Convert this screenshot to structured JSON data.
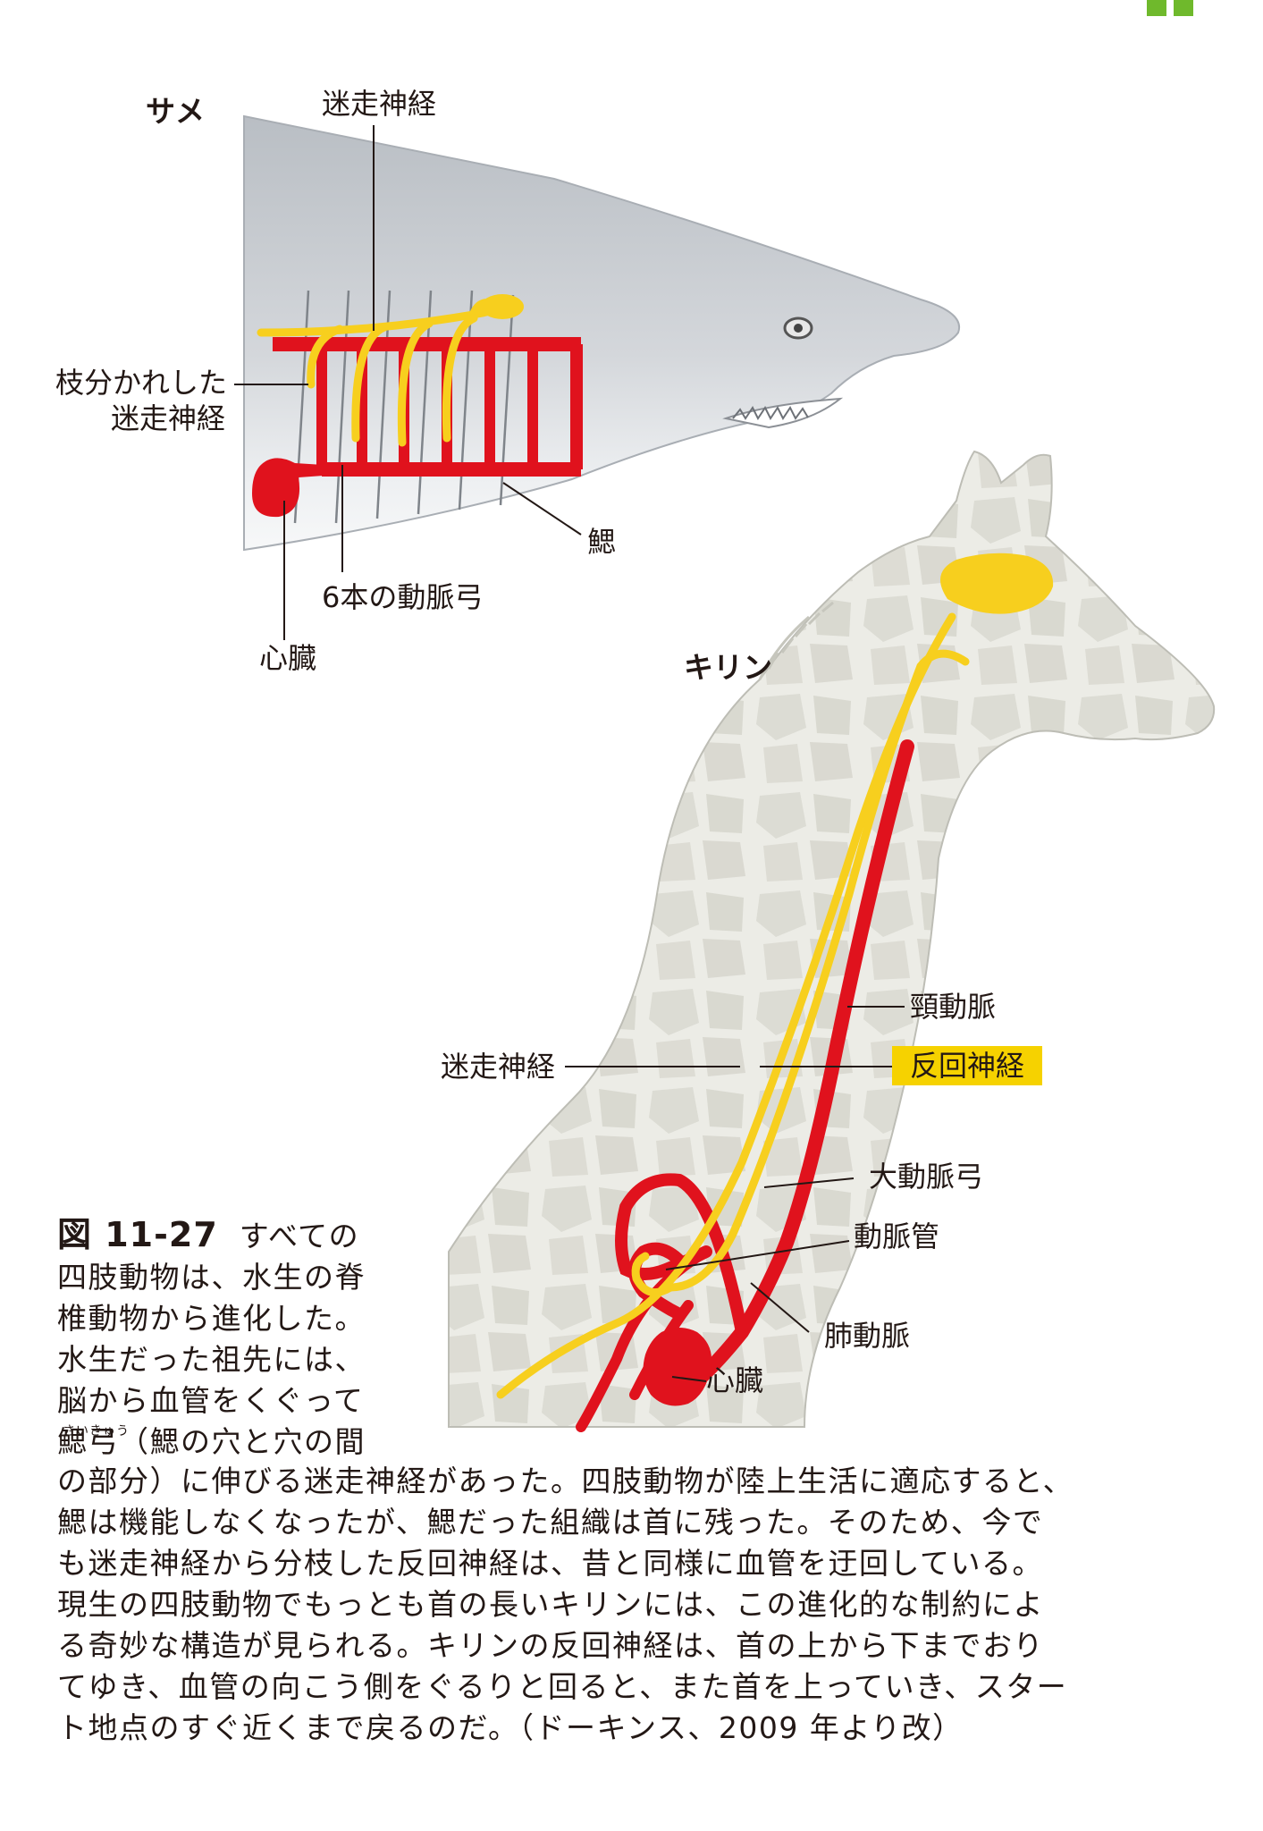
{
  "shark": {
    "title": "サメ",
    "labels": {
      "vagus_nerve": "迷走神経",
      "branched_vagus_line1": "枝分かれした",
      "branched_vagus_line2": "迷走神経",
      "gills": "鰓",
      "aortic_arches": "6本の動脈弓",
      "heart": "心臓"
    }
  },
  "giraffe": {
    "title": "キリン",
    "labels": {
      "carotid_artery": "頸動脈",
      "vagus_nerve": "迷走神経",
      "recurrent_laryngeal_nerve": "反回神経",
      "aortic_arch": "大動脈弓",
      "ductus_arteriosus": "動脈管",
      "pulmonary_artery": "肺動脈",
      "heart": "心臓"
    }
  },
  "caption": {
    "figure_number": "図 11-27",
    "ruby": "さいきゅう",
    "lines": [
      "すべての",
      "四肢動物は、水生の脊",
      "椎動物から進化した。",
      "水生だった祖先には、",
      "脳から血管をくぐって",
      "鰓弓（鰓の穴と穴の間",
      "の部分）に伸びる迷走神経があった。四肢動物が陸上生活に適応すると、",
      "鰓は機能しなくなったが、鰓だった組織は首に残った。そのため、今で",
      "も迷走神経から分枝した反回神経は、昔と同様に血管を迂回している。",
      "現生の四肢動物でもっとも首の長いキリンには、この進化的な制約によ",
      "る奇妙な構造が見られる。キリンの反回神経は、首の上から下までおり",
      "てゆき、血管の向こう側をぐるりと回ると、また首を上っていき、スター",
      "ト地点のすぐ近くまで戻るのだ。（ドーキンス、2009 年より改）"
    ]
  },
  "colors": {
    "nerve": "#f7cf1e",
    "artery": "#e0121d",
    "highlight": "#f6d200",
    "accent_green": "#6fb92c",
    "shark_skin": "#c9ccd0",
    "giraffe_skin": "#e6e6e0"
  }
}
